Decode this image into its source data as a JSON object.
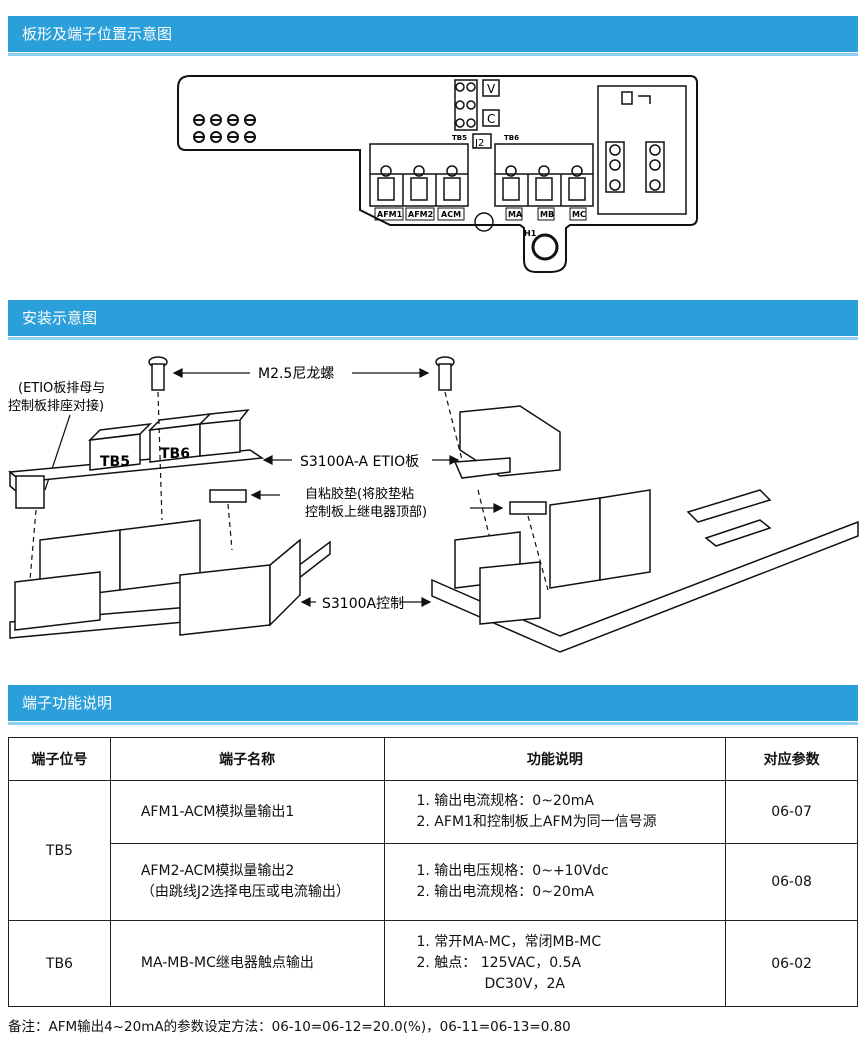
{
  "sections": {
    "board_diagram": "板形及端子位置示意图",
    "install_diagram": "安装示意图",
    "terminal_function": "端子功能说明"
  },
  "board": {
    "jumper_v": "V",
    "jumper_c": "C",
    "tb5": "TB5",
    "tb6": "TB6",
    "j2": "J2",
    "h1": "H1",
    "tb5_terminals": [
      "AFM1",
      "AFM2",
      "ACM"
    ],
    "tb6_terminals": [
      "MA",
      "MB",
      "MC"
    ]
  },
  "install": {
    "screw_label": "M2.5尼龙螺",
    "connector_note_line1": "(ETIO板排母与",
    "connector_note_line2": "控制板排座对接)",
    "etio_label": "S3100A-A ETIO板",
    "pad_line1": "自粘胶垫(将胶垫粘",
    "pad_line2": "控制板上继电器顶部)",
    "control_label": "S3100A控制",
    "tb5_mark": "TB5",
    "tb6_mark": "TB6"
  },
  "table": {
    "headers": [
      "端子位号",
      "端子名称",
      "功能说明",
      "对应参数"
    ],
    "tb5_pos": "TB5",
    "tb6_pos": "TB6",
    "row1": {
      "name": "AFM1-ACM模拟量输出1",
      "func1": "1. 输出电流规格：0~20mA",
      "func2": "2. AFM1和控制板上AFM为同一信号源",
      "param": "06-07"
    },
    "row2": {
      "name1": "AFM2-ACM模拟量输出2",
      "name2": "（由跳线J2选择电压或电流输出）",
      "func1": "1. 输出电压规格：0~+10Vdc",
      "func2": "2. 输出电流规格：0~20mA",
      "param": "06-08"
    },
    "row3": {
      "name": "MA-MB-MC继电器触点输出",
      "func1": "1. 常开MA-MC，常闭MB-MC",
      "func2": "2. 触点： 125VAC，0.5A",
      "func3": "DC30V，2A",
      "param": "06-02"
    }
  },
  "note": "备注：AFM输出4~20mA的参数设定方法：06-10=06-12=20.0(%)，06-11=06-13=0.80"
}
